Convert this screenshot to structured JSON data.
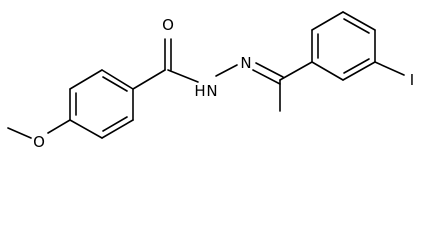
{
  "molecule": {
    "atoms": {
      "oxygen_carbonyl": "O",
      "nitrogen_hydrazide": "N",
      "hydrogen_hydrazide": "H",
      "nitrogen_imine": "N",
      "iodine": "I",
      "oxygen_methoxy": "O"
    },
    "colors": {
      "bond": "#000000",
      "label": "#000000",
      "background": "#ffffff"
    }
  }
}
